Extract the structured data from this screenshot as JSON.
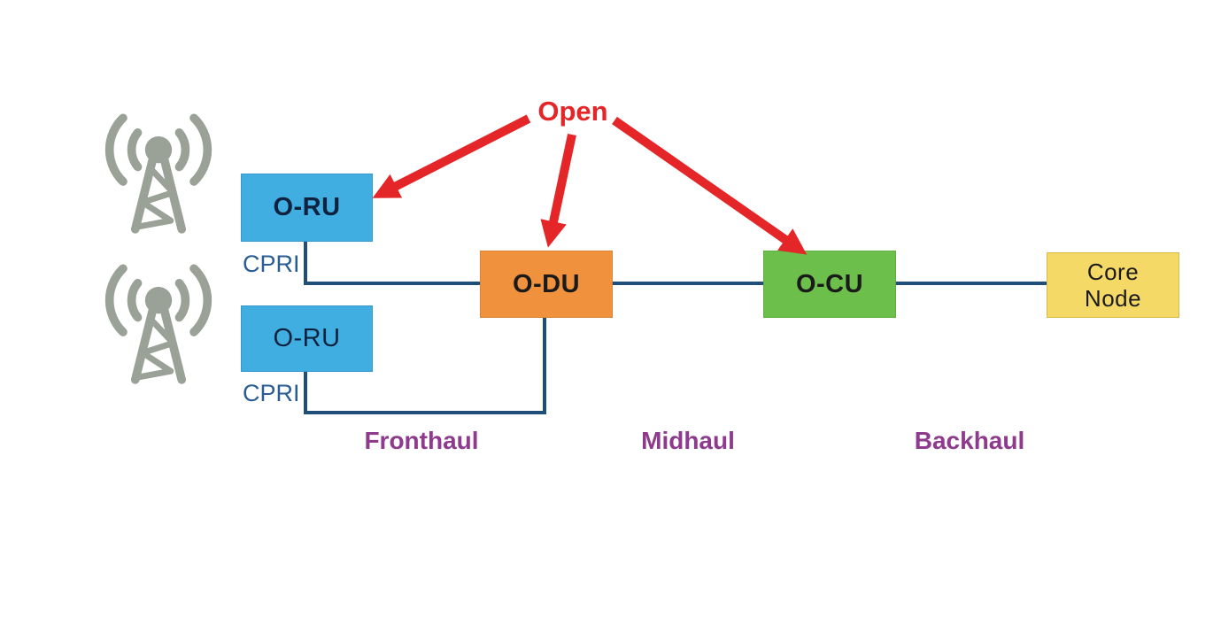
{
  "diagram": {
    "open_label": "Open",
    "nodes": {
      "oru1": {
        "label": "O-RU"
      },
      "oru2": {
        "label": "O-RU"
      },
      "odu": {
        "label": "O-DU"
      },
      "ocu": {
        "label": "O-CU"
      },
      "core": {
        "label": "Core Node"
      }
    },
    "interface_labels": {
      "cpri1": "CPRI",
      "cpri2": "CPRI"
    },
    "segment_labels": {
      "fronthaul": "Fronthaul",
      "midhaul": "Midhaul",
      "backhaul": "Backhaul"
    },
    "icons": {
      "tower1": "cell-tower-icon",
      "tower2": "cell-tower-icon"
    },
    "colors": {
      "oru_fill": "#41AEE1",
      "odu_fill": "#F0923D",
      "ocu_fill": "#6CBF4B",
      "core_fill": "#F5D966",
      "arrow_red": "#E52629",
      "segment_purple": "#8E3B8D",
      "line_navy": "#1F4E79",
      "cpri_blue": "#2A5C95",
      "tower_gray": "#9AA196",
      "oru_text": "#0E2240",
      "node_text": "#1A1A1A",
      "background": "#FFFFFF"
    }
  }
}
